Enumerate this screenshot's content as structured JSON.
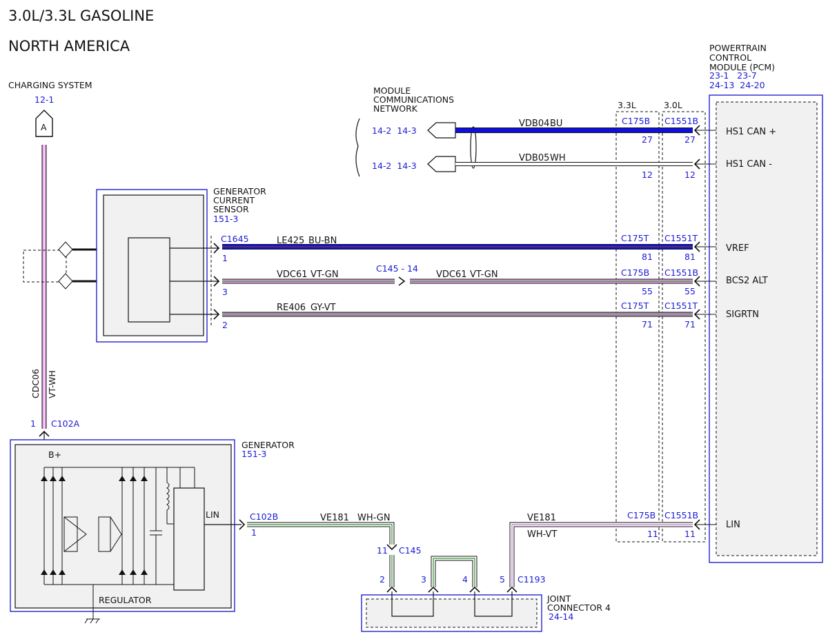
{
  "header": {
    "title_line1": "3.0L/3.3L GASOLINE",
    "title_line2": "NORTH AMERICA"
  },
  "charging_system": {
    "label": "CHARGING SYSTEM",
    "ref": "12-1",
    "connector_letter": "A"
  },
  "pcm": {
    "label_line1": "POWERTRAIN",
    "label_line2": "CONTROL",
    "label_line3": "MODULE (PCM)",
    "ref_line1": "23-1   23-7",
    "ref_line2": "24-13  24-20",
    "pins": {
      "hs1_can_plus": "HS1 CAN +",
      "hs1_can_minus": "HS1 CAN -",
      "vref": "VREF",
      "bcs2_alt": "BCS2 ALT",
      "sigrtn": "SIGRTN",
      "lin": "LIN"
    }
  },
  "engine_variants": {
    "v33": "3.3L",
    "v30": "3.0L"
  },
  "network": {
    "label_line1": "MODULE",
    "label_line2": "COMMUNICATIONS",
    "label_line3": "NETWORK",
    "ref_top": "14-2  14-3",
    "ref_bottom": "14-2  14-3"
  },
  "wires": {
    "vdb04": {
      "circuit": "VDB04",
      "color": "BU",
      "c33": "C175B",
      "c30": "C1551B",
      "pin33": "27",
      "pin30": "27"
    },
    "vdb05": {
      "circuit": "VDB05",
      "color": "WH",
      "pin33": "12",
      "pin30": "12"
    },
    "le425": {
      "circuit": "LE425",
      "color": "BU-BN",
      "start_conn": "C1645",
      "start_pin": "1",
      "c33": "C175T",
      "c30": "C1551T",
      "pin33": "81",
      "pin30": "81"
    },
    "vdc61": {
      "circuit": "VDC61",
      "color": "VT-GN",
      "start_pin": "3",
      "splice": "C145 - 14",
      "c33": "C175B",
      "c30": "C1551B",
      "pin33": "55",
      "pin30": "55"
    },
    "re406": {
      "circuit": "RE406",
      "color": "GY-VT",
      "start_pin": "2",
      "c33": "C175T",
      "c30": "C1551T",
      "pin33": "71",
      "pin30": "71"
    },
    "cdc06": {
      "circuit": "CDC06",
      "color": "VT-WH",
      "pin": "1",
      "conn": "C102A"
    },
    "ve181_left": {
      "circuit": "VE181",
      "color": "WH-GN",
      "conn": "C102B",
      "pin": "1",
      "splice_pin": "11",
      "splice": "C145"
    },
    "ve181_right": {
      "circuit": "VE181",
      "color": "WH-VT",
      "c33": "C175B",
      "c30": "C1551B",
      "pin33": "11",
      "pin30": "11"
    }
  },
  "current_sensor": {
    "label_line1": "GENERATOR",
    "label_line2": "CURRENT",
    "label_line3": "SENSOR",
    "ref": "151-3"
  },
  "generator": {
    "label": "GENERATOR",
    "ref": "151-3",
    "b_plus": "B+",
    "lin": "LIN",
    "regulator": "REGULATOR"
  },
  "joint_connector": {
    "label_line1": "JOINT",
    "label_line2": "CONNECTOR 4",
    "ref": "24-14",
    "conn": "C1193",
    "pins": [
      "2",
      "3",
      "4",
      "5"
    ]
  },
  "colors": {
    "blue_text": "#1a1ad6",
    "box_blue": "#2222cc",
    "wire_blue": "#1010dd",
    "wire_violet": "#e8a0e8",
    "wire_green": "#2f8f2f",
    "wire_gray": "#9a9a9a",
    "module_fill": "#f1f1f1"
  }
}
